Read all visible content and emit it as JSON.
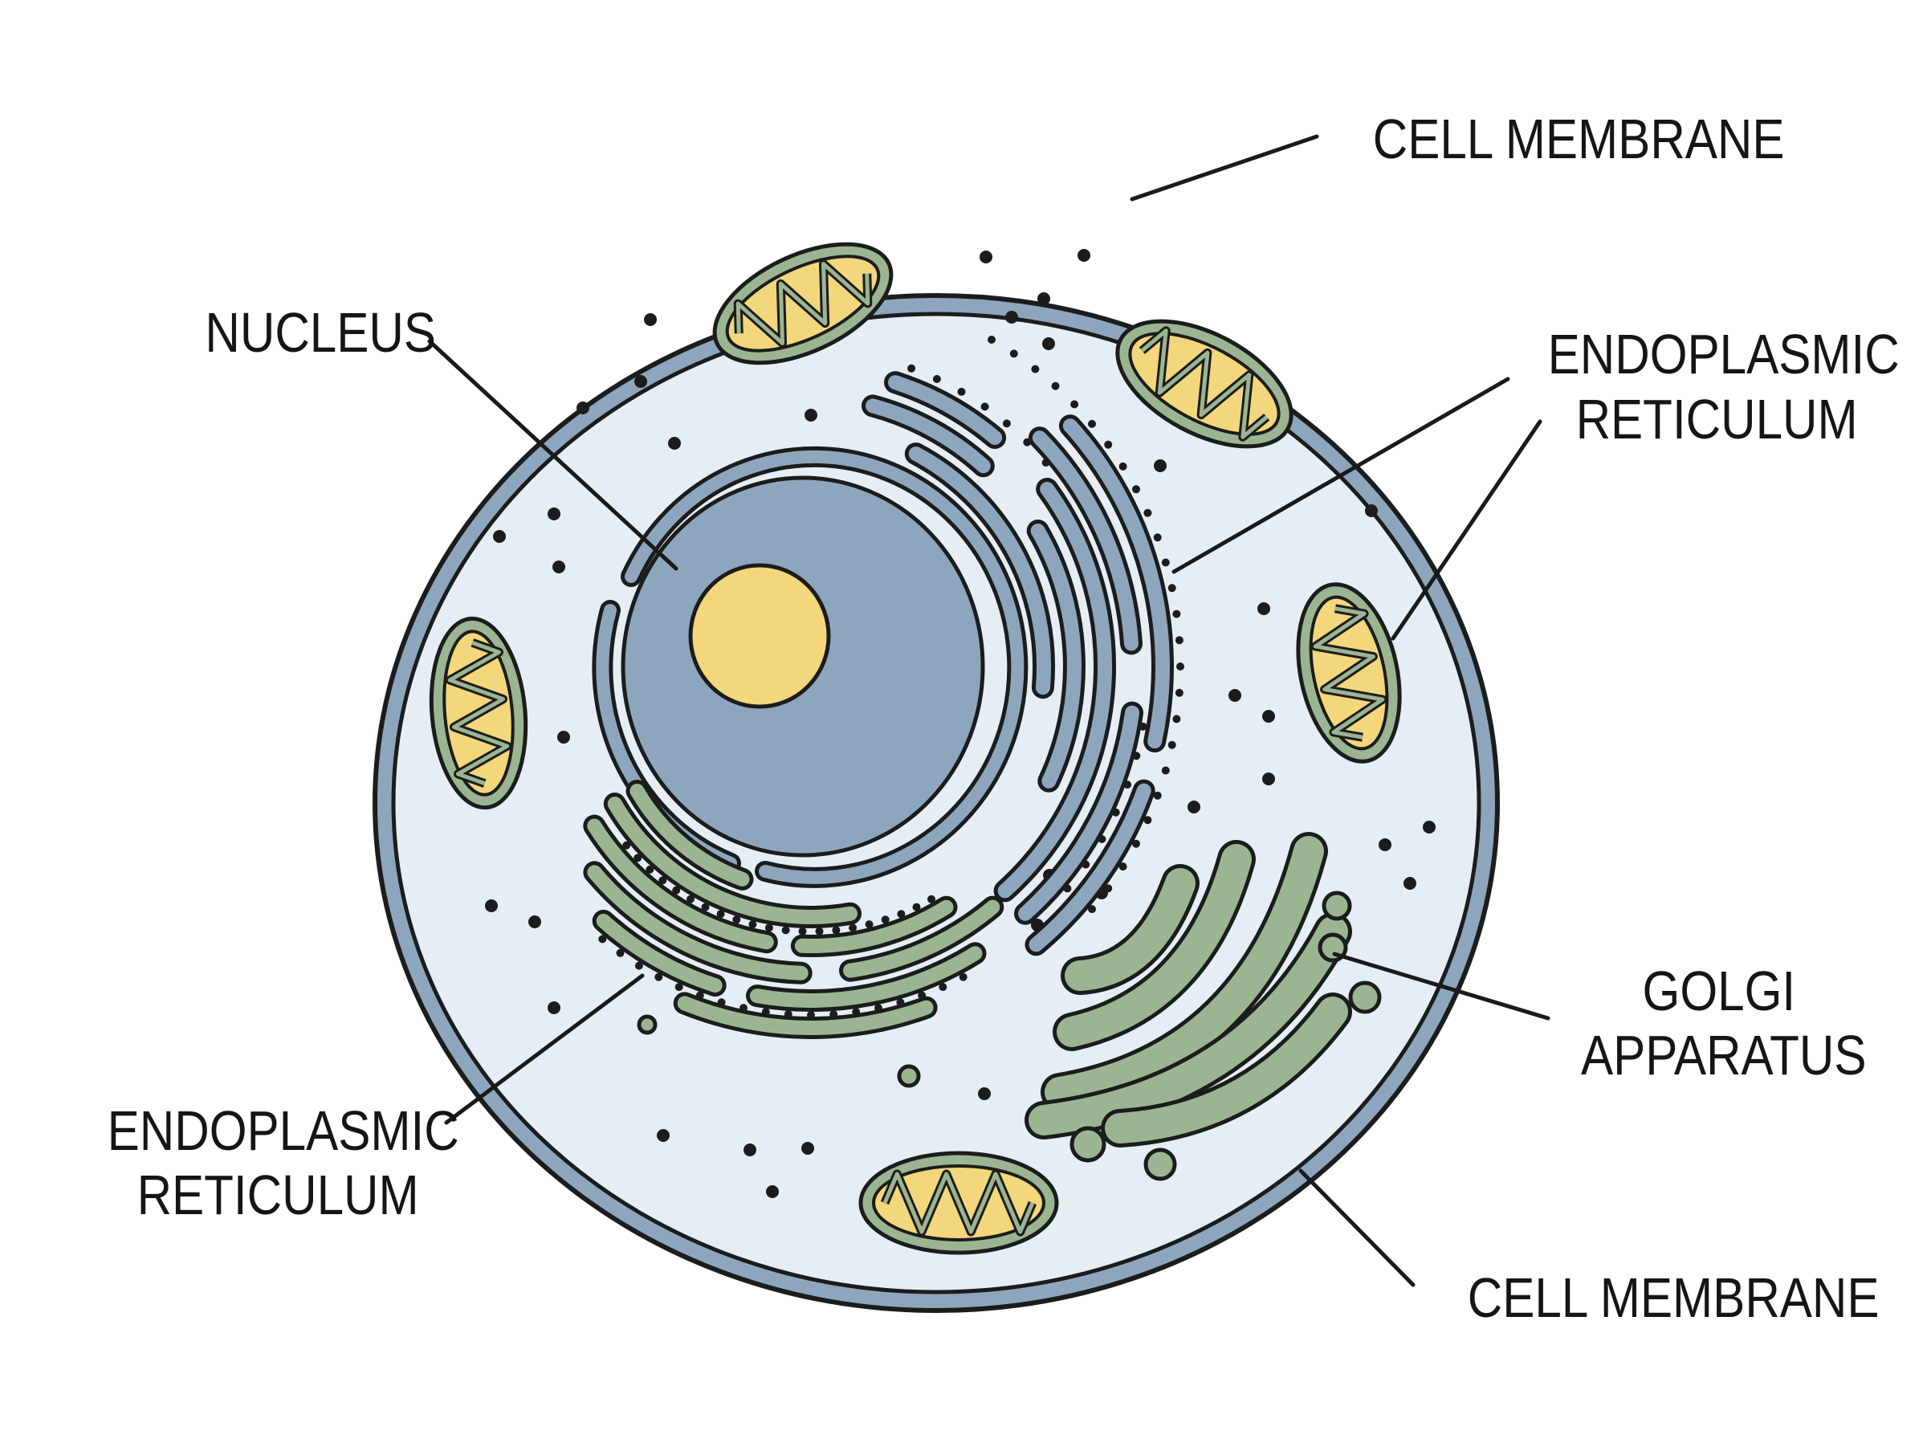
{
  "colors": {
    "cytoplasm": "#e6eef5",
    "membrane": "#8ea6bd",
    "nucleus": "#8ea6bd",
    "nucleolus": "#f3d77d",
    "rough_er": "#8ea6bd",
    "er_green": "#9bb592",
    "golgi": "#9bb592",
    "mito_outer": "#9bb592",
    "mito_inner": "#f3d77d",
    "outline": "#1c1c1c"
  },
  "labels": {
    "cell_membrane_top": "CELL MEMBRANE",
    "nucleus": "NUCLEUS",
    "er_right_line1": "ENDOPLASMIC",
    "er_right_line2": "RETICULUM",
    "golgi_line1": "GOLGI",
    "golgi_line2": "APPARATUS",
    "er_left_line1": "ENDOPLASMIC",
    "er_left_line2": "RETICULUM",
    "cell_membrane_bottom": "CELL MEMBRANE"
  }
}
